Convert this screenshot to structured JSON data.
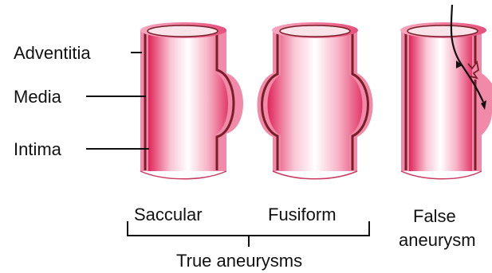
{
  "layers": {
    "adventitia": "Adventitia",
    "media": "Media",
    "intima": "Intima"
  },
  "types": {
    "saccular": "Saccular",
    "fusiform": "Fusiform",
    "false_line1": "False",
    "false_line2": "aneurysm",
    "true_group": "True aneurysms"
  },
  "colors": {
    "adventitia": "#f08aa8",
    "media_line": "#7a1f2a",
    "lumen_dark": "#e0245a",
    "lumen_light": "#ffffff",
    "lumen_pink": "#f7b8cc",
    "text": "#111111"
  }
}
